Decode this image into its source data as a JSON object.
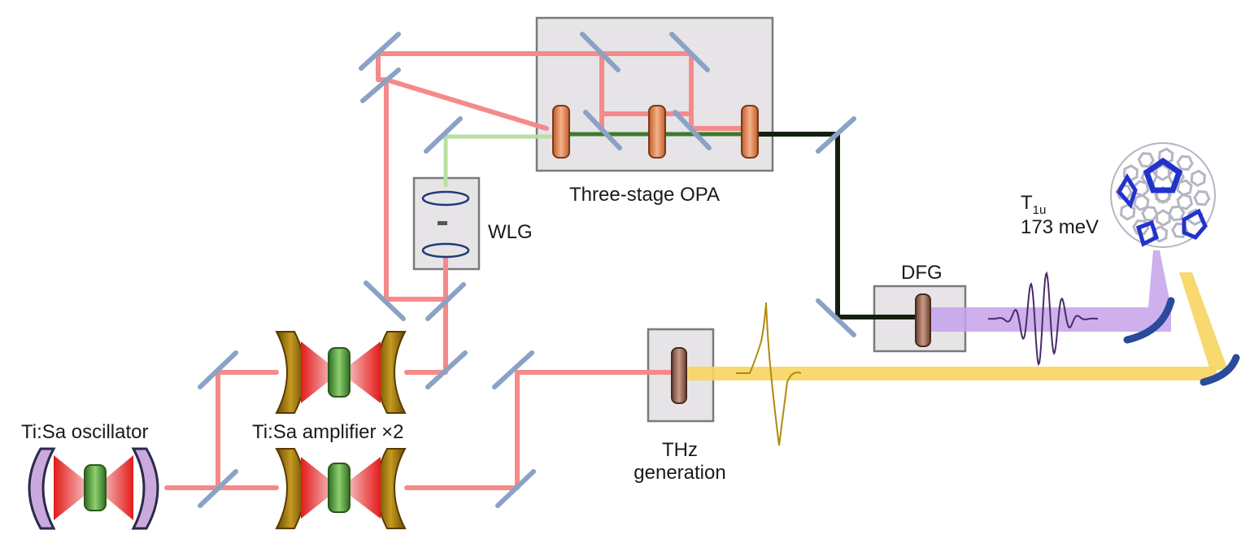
{
  "labels": {
    "oscillator": "Ti:Sa oscillator",
    "amplifier": "Ti:Sa amplifier ×2",
    "opa": "Three-stage OPA",
    "wlg": "WLG",
    "thz_line1": "THz",
    "thz_line2": "generation",
    "dfg": "DFG",
    "mode_symbol": "T",
    "mode_subscript": "1u",
    "mode_energy": "173 meV"
  },
  "colors": {
    "pump_beam": "#f58a8a",
    "seed_beam": "#b7e0a0",
    "idler_beam": "#14200f",
    "mid_ir_beam": "#b98ee0",
    "thz_beam": "#f5d35a",
    "mirror": "#8aa2c6",
    "box_fill": "#e6e4e6",
    "crystal": "#d97a4a",
    "dfg_crystal": "#8a5a4a",
    "cavity_mirror": "#c9a9de",
    "amp_mirror": "#a67c00",
    "gain_crystal": "#4f9a3c",
    "pump_cone": "#e02020",
    "lens": "#1f3a7a",
    "parabolic_mirror": "#2a4a9a",
    "molecule_edge": "#2233cc"
  },
  "icons": [
    "mirror-icon",
    "crystal-icon",
    "lens-icon",
    "parabolic-mirror-icon",
    "fullerene-icon",
    "waveform-icon"
  ]
}
